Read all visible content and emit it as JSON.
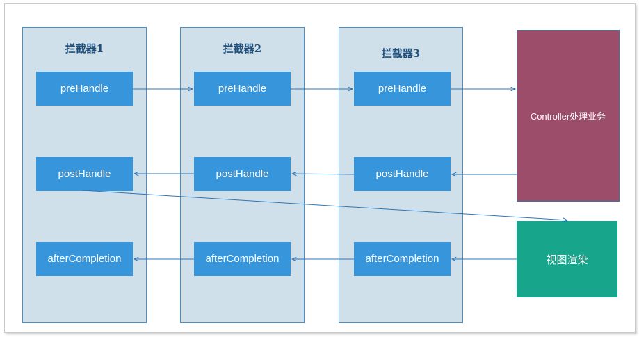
{
  "interceptors": [
    {
      "title": "拦截器1",
      "pre": "preHandle",
      "post": "postHandle",
      "after": "afterCompletion"
    },
    {
      "title": "拦截器2",
      "pre": "preHandle",
      "post": "postHandle",
      "after": "afterCompletion"
    },
    {
      "title": "拦截器3",
      "pre": "preHandle",
      "post": "postHandle",
      "after": "afterCompletion"
    }
  ],
  "controller": {
    "label": "Controller处理业务"
  },
  "view": {
    "label": "视图渲染"
  },
  "colors": {
    "column_fill": "#cfe0ea",
    "box_fill": "#3796db",
    "controller_fill": "#9b4d69",
    "view_fill": "#17a68b",
    "arrow": "#2e75b6"
  }
}
